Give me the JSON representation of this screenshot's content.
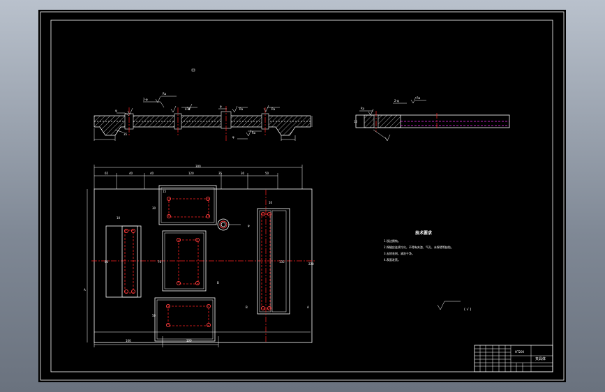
{
  "drawing": {
    "sheet_label": "",
    "technical_requirements": {
      "title": "技术要求",
      "items": [
        "1.锐边倒钝。",
        "2.焊缝应连续均匀，不得有夹渣、气孔、未焊透等缺陷。",
        "3.去除毛刺，清洗干净。",
        "4.表面发黑。"
      ]
    },
    "roughness_note": "(   √ )",
    "title_block": {
      "name": "夹具体",
      "material": "HT200"
    },
    "section_labels": {
      "view_a": "A",
      "view_b": "B"
    }
  },
  "colors": {
    "background": "#000000",
    "outline": "#ffffff",
    "center_line": "#ff2020",
    "hidden_line": "#ff33ff"
  }
}
